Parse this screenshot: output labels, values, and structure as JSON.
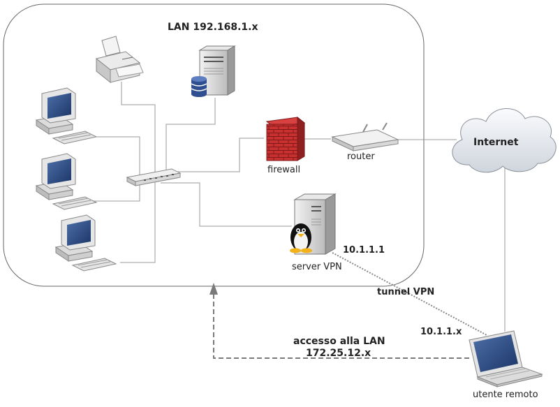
{
  "labels": {
    "lan": "LAN 192.168.1.x",
    "firewall": "firewall",
    "router": "router",
    "internet": "Internet",
    "server_vpn": "server VPN",
    "server_ip": "10.1.1.1",
    "tunnel": "tunnel VPN",
    "remote_ip": "10.1.1.x",
    "access_line1": "accesso alla LAN",
    "access_line2": "172.25.12.x",
    "remote_user": "utente remoto"
  },
  "icons": {
    "printer": "printer-icon",
    "server": "database-server-icon",
    "workstation": "desktop-computer-icon",
    "switch": "network-switch-icon",
    "firewall": "brick-firewall-icon",
    "router": "router-icon",
    "cloud": "cloud-icon",
    "vpn_server": "linux-server-icon",
    "laptop": "laptop-icon"
  },
  "colors": {
    "brick": "#c62e2e",
    "screen": "#2e4f86",
    "lan_border": "#666666",
    "link": "#999999",
    "dashed_arrow": "#7a7a7a"
  }
}
